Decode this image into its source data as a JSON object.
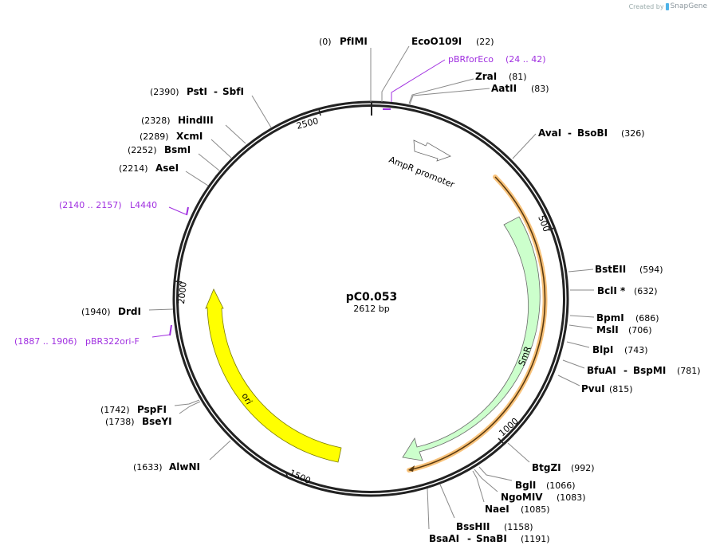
{
  "watermark": {
    "prefix": "Created by",
    "brand": "SnapGene"
  },
  "plasmid": {
    "name": "pC0.053",
    "length_label": "2612 bp",
    "length": 2612
  },
  "ticks": [
    {
      "label": "500",
      "pos": 500
    },
    {
      "label": "1000",
      "pos": 1000
    },
    {
      "label": "1500",
      "pos": 1500
    },
    {
      "label": "2000",
      "pos": 2000
    },
    {
      "label": "2500",
      "pos": 2500
    }
  ],
  "features": [
    {
      "name": "AmpR promoter",
      "type": "promoter",
      "color": "#ffffff"
    },
    {
      "name": "SmR",
      "type": "cds",
      "color": "#ccffcc"
    },
    {
      "name": "ori",
      "type": "rep_origin",
      "color": "#ffff00"
    },
    {
      "name": "orange-line",
      "type": "misc",
      "color": "#f8b44c"
    }
  ],
  "enzymes": [
    {
      "name": "PfIMI",
      "pos": "(0)"
    },
    {
      "name": "EcoO109I",
      "pos": "(22)"
    },
    {
      "name": "ZraI",
      "pos": "(81)"
    },
    {
      "name": "AatII",
      "pos": "(83)"
    },
    {
      "name": "AvaI",
      "name2": "BsoBI",
      "pos": "(326)"
    },
    {
      "name": "BstEII",
      "pos": "(594)"
    },
    {
      "name": "BclI *",
      "pos": "(632)"
    },
    {
      "name": "BpmI",
      "pos": "(686)"
    },
    {
      "name": "MslI",
      "pos": "(706)"
    },
    {
      "name": "BlpI",
      "pos": "(743)"
    },
    {
      "name": "BfuAI",
      "name2": "BspMI",
      "pos": "(781)"
    },
    {
      "name": "PvuI",
      "pos": "(815)"
    },
    {
      "name": "BtgZI",
      "pos": "(992)"
    },
    {
      "name": "BglI",
      "pos": "(1066)"
    },
    {
      "name": "NgoMIV",
      "pos": "(1083)"
    },
    {
      "name": "NaeI",
      "pos": "(1085)"
    },
    {
      "name": "BssHII",
      "pos": "(1158)"
    },
    {
      "name": "BsaAI",
      "name2": "SnaBI",
      "pos": "(1191)"
    },
    {
      "name": "AlwNI",
      "pos": "(1633)"
    },
    {
      "name": "BseYI",
      "pos": "(1738)"
    },
    {
      "name": "PspFI",
      "pos": "(1742)"
    },
    {
      "name": "DrdI",
      "pos": "(1940)"
    },
    {
      "name": "AseI",
      "pos": "(2214)"
    },
    {
      "name": "BsmI",
      "pos": "(2252)"
    },
    {
      "name": "XcmI",
      "pos": "(2289)"
    },
    {
      "name": "HindIII",
      "pos": "(2328)"
    },
    {
      "name": "PstI",
      "name2": "SbfI",
      "pos": "(2390)"
    }
  ],
  "primers": [
    {
      "name": "pBRforEco",
      "range": "(24 .. 42)"
    },
    {
      "name": "L4440",
      "range": "(2140 .. 2157)"
    },
    {
      "name": "pBR322ori-F",
      "range": "(1887 .. 1906)"
    }
  ],
  "separator": "-"
}
